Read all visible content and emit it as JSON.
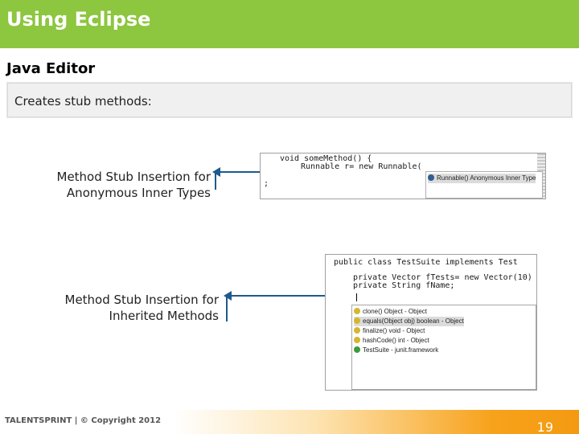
{
  "header": {
    "title": "Using Eclipse",
    "bar_color": "#8dc63f"
  },
  "section": {
    "title": "Java Editor"
  },
  "callout": {
    "text": "Creates stub methods:"
  },
  "features": [
    {
      "label": "Method Stub Insertion for Anonymous Inner Types"
    },
    {
      "label": "Method Stub Insertion for Inherited Methods"
    }
  ],
  "screenshot_anonymous": {
    "code_line1": "void someMethod() {",
    "code_line2": "Runnable r= new Runnable(",
    "code_line3": ";",
    "suggestion": "Runnable() Anonymous Inner Type"
  },
  "screenshot_inherited": {
    "code_line1": "public class TestSuite implements Test",
    "code_line2": "private Vector fTests= new Vector(10)",
    "code_line3": "private String fName;",
    "suggestions": [
      "clone() Object - Object",
      "equals(Object obj) boolean - Object",
      "finalize() void - Object",
      "hashCode() int - Object",
      "TestSuite - junit.framework"
    ]
  },
  "footer": {
    "brand": "TALENTSPRINT | © Copyright 2012",
    "page_number": "19",
    "accent_color": "#f39a11"
  }
}
